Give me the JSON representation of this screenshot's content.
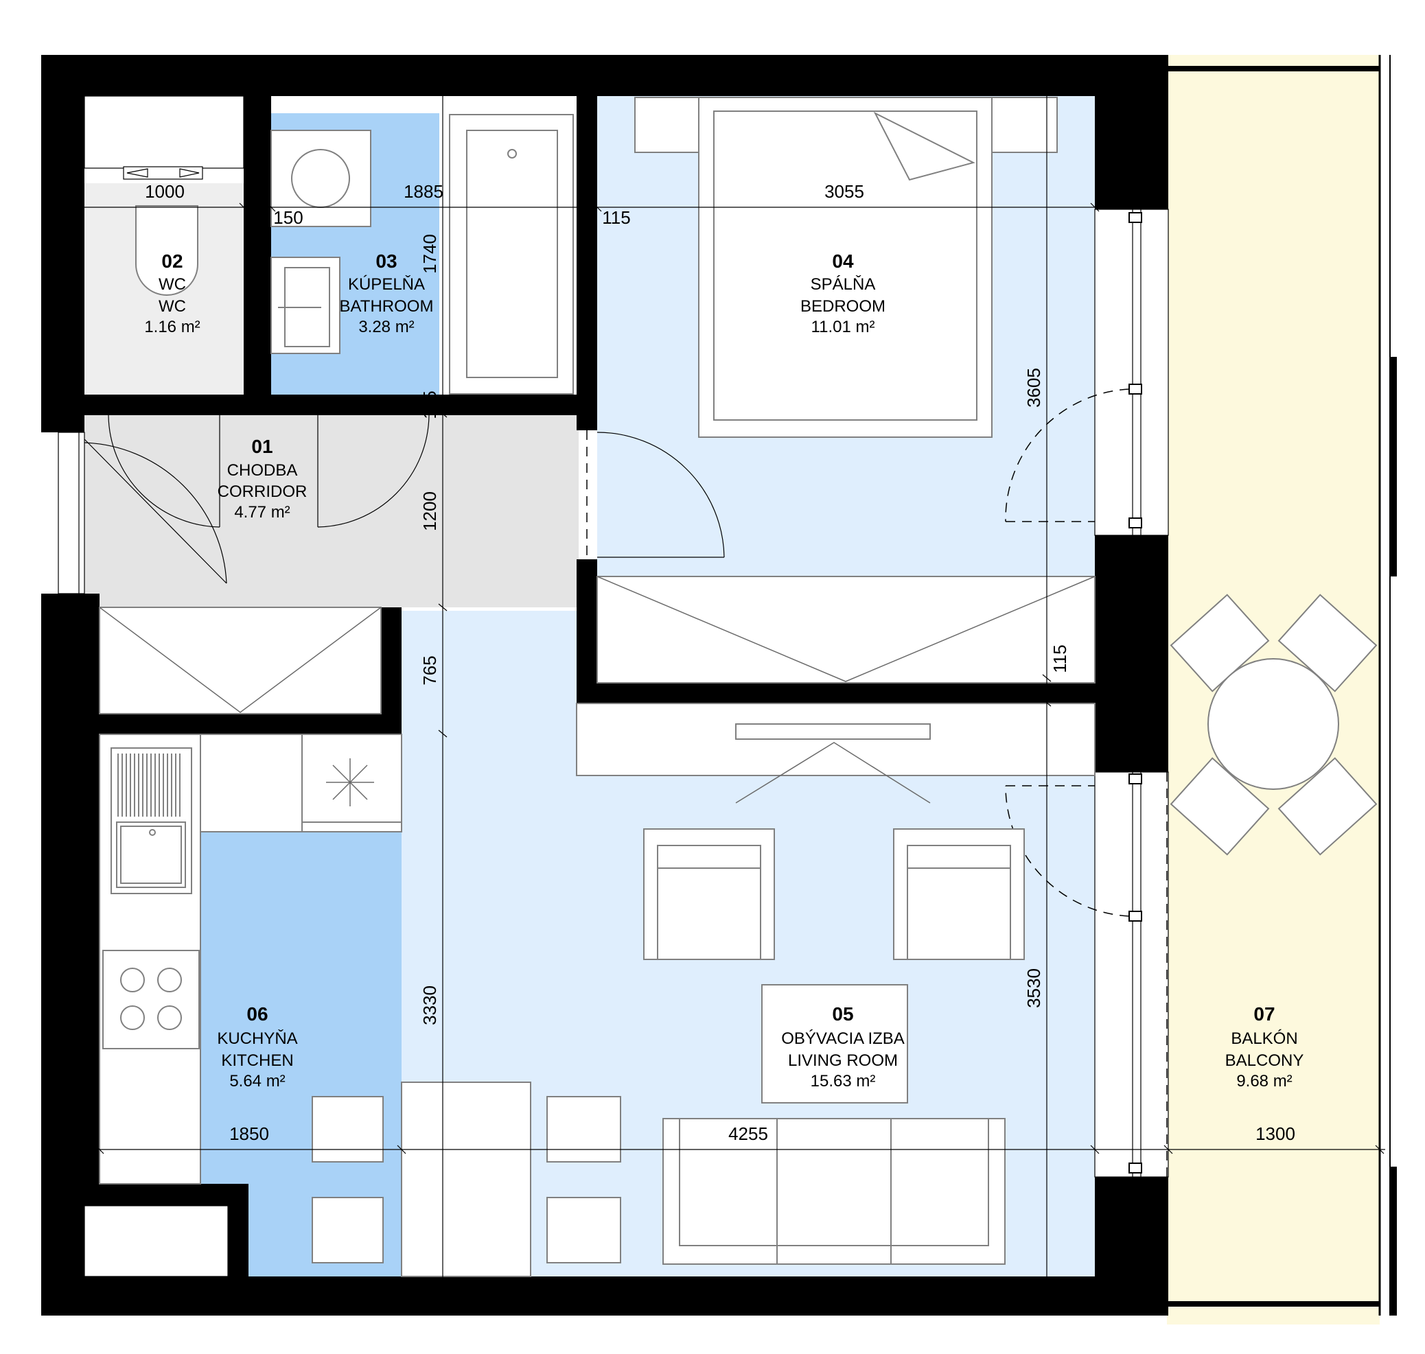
{
  "rooms": [
    {
      "num": "01",
      "name_sk": "CHODBA",
      "name_en": "CORRIDOR",
      "area": "4.77 m²"
    },
    {
      "num": "02",
      "name_sk": "WC",
      "name_en": "WC",
      "area": "1.16 m²"
    },
    {
      "num": "03",
      "name_sk": "KÚPELŇA",
      "name_en": "BATHROOM",
      "area": "3.28 m²"
    },
    {
      "num": "04",
      "name_sk": "SPÁLŇA",
      "name_en": "BEDROOM",
      "area": "11.01 m²"
    },
    {
      "num": "05",
      "name_sk": "OBÝVACIA IZBA",
      "name_en": "LIVING ROOM",
      "area": "15.63 m²"
    },
    {
      "num": "06",
      "name_sk": "KUCHYŇA",
      "name_en": "KITCHEN",
      "area": "5.64 m²"
    },
    {
      "num": "07",
      "name_sk": "BALKÓN",
      "name_en": "BALCONY",
      "area": "9.68 m²"
    }
  ],
  "dimensions": {
    "d1000": "1000",
    "d150": "150",
    "d1885": "1885",
    "d115_top": "115",
    "d3055": "3055",
    "d1740": "1740",
    "d115_mid": "115",
    "d1200": "1200",
    "d765": "765",
    "d3330": "3330",
    "d3605": "3605",
    "d115_right": "115",
    "d3530": "3530",
    "d1850": "1850",
    "d4255": "4255",
    "d1300": "1300"
  },
  "colors": {
    "wall": "#000000",
    "wc_floor": "#eeeeee",
    "corridor_floor": "#e4e4e4",
    "bathroom_floor": "#a9d2f7",
    "kitchen_floor": "#a9d2f7",
    "living_floor": "#dfeefd",
    "balcony_floor": "#fdf9dd"
  }
}
